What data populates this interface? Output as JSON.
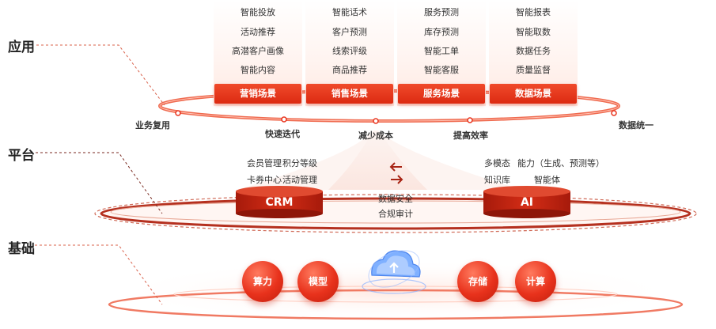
{
  "layers": {
    "application": "应用",
    "platform": "平台",
    "foundation": "基础"
  },
  "scenes": [
    {
      "items": [
        "智能投放",
        "活动推荐",
        "高潜客户画像",
        "智能内容"
      ],
      "label": "营销场景"
    },
    {
      "items": [
        "智能话术",
        "客户预测",
        "线索评级",
        "商品推荐"
      ],
      "label": "销售场景"
    },
    {
      "items": [
        "服务预测",
        "库存预测",
        "智能工单",
        "智能客服"
      ],
      "label": "服务场景"
    },
    {
      "items": [
        "智能报表",
        "智能取数",
        "数据任务",
        "质量监督"
      ],
      "label": "数据场景"
    }
  ],
  "ring_values": [
    "业务复用",
    "快速迭代",
    "减少成本",
    "提高效率",
    "数据统一"
  ],
  "platform": {
    "crm_label": "CRM",
    "ai_label": "AI",
    "crm_features": [
      "会员管理",
      "积分等级",
      "卡券中心",
      "活动管理"
    ],
    "ai_features": [
      "多模态",
      "能力（生成、预测等）",
      "知识库",
      "智能体"
    ],
    "center_lines": [
      "数据安全",
      "合规审计"
    ]
  },
  "foundation": [
    "算力",
    "模型",
    "存储",
    "计算"
  ],
  "colors": {
    "accent": "#e8321c",
    "accent_dark": "#b5301f",
    "tint": "#fde4dc"
  },
  "icons": {
    "arrows": "bidirectional-arrows-icon",
    "cloud": "cloud-upload-icon"
  }
}
